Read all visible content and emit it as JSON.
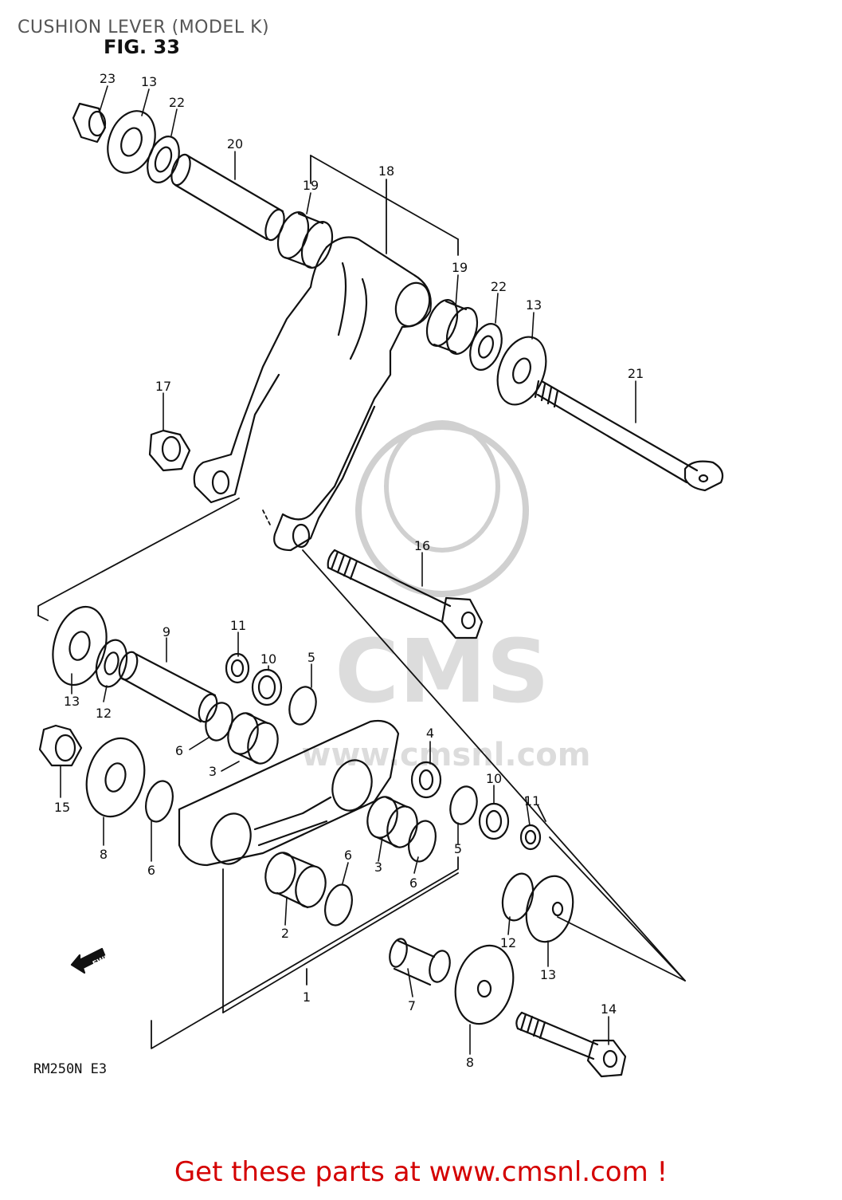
{
  "header": {
    "title": "CUSHION LEVER (MODEL K)"
  },
  "figure_label": "FIG. 33",
  "model_code": "RM250N  E3",
  "fwd_label": "FWD",
  "watermark": {
    "text": "CMS",
    "url_text": "www.cmsnl.com"
  },
  "footer": {
    "cta": "Get these parts at www.cmsnl.com !"
  },
  "callouts": [
    {
      "n": "23"
    },
    {
      "n": "13"
    },
    {
      "n": "22"
    },
    {
      "n": "20"
    },
    {
      "n": "19"
    },
    {
      "n": "18"
    },
    {
      "n": "19"
    },
    {
      "n": "22"
    },
    {
      "n": "13"
    },
    {
      "n": "21"
    },
    {
      "n": "17"
    },
    {
      "n": "16"
    },
    {
      "n": "9"
    },
    {
      "n": "11"
    },
    {
      "n": "10"
    },
    {
      "n": "5"
    },
    {
      "n": "13"
    },
    {
      "n": "12"
    },
    {
      "n": "6"
    },
    {
      "n": "3"
    },
    {
      "n": "15"
    },
    {
      "n": "8"
    },
    {
      "n": "6"
    },
    {
      "n": "4"
    },
    {
      "n": "10"
    },
    {
      "n": "11"
    },
    {
      "n": "5"
    },
    {
      "n": "3"
    },
    {
      "n": "6"
    },
    {
      "n": "6"
    },
    {
      "n": "2"
    },
    {
      "n": "12"
    },
    {
      "n": "13"
    },
    {
      "n": "7"
    },
    {
      "n": "1"
    },
    {
      "n": "14"
    },
    {
      "n": "8"
    }
  ],
  "colors": {
    "ink": "#111111",
    "footer": "#d40000",
    "watermark": "#d8d8d8",
    "header": "#555555"
  }
}
